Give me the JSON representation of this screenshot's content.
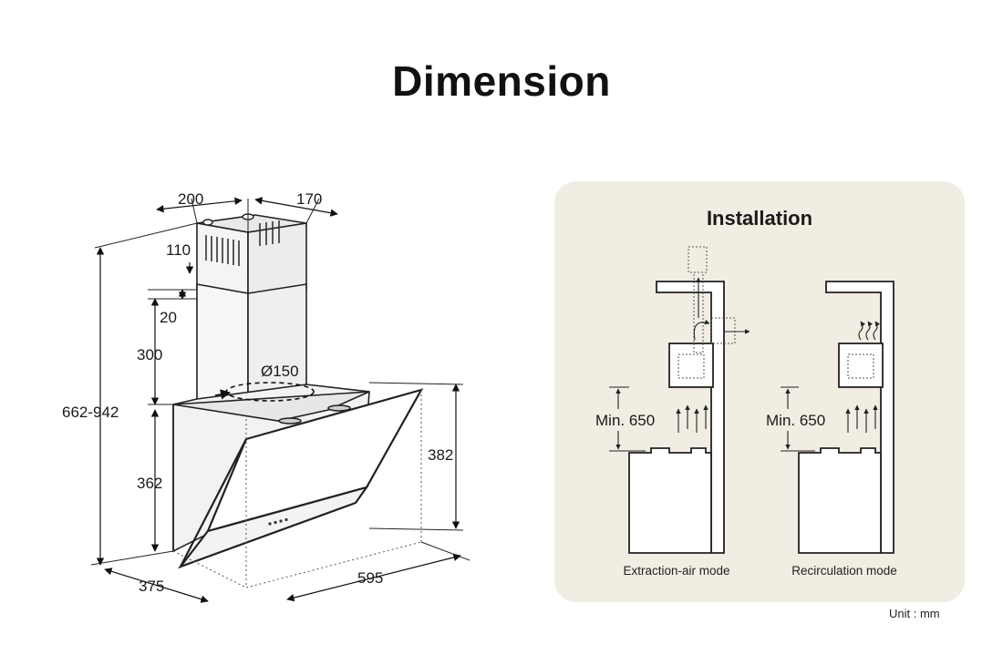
{
  "title": "Dimension",
  "dimensions": {
    "chimney_width": "200",
    "chimney_depth": "170",
    "chimney_top_offset": "110",
    "chimney_overlap": "20",
    "chimney_height": "300",
    "duct_diameter": "Ø150",
    "total_height": "662-942",
    "body_height": "362",
    "front_height": "382",
    "depth": "375",
    "width": "595"
  },
  "installation": {
    "title": "Installation",
    "min_clearance_label": "Min. 650",
    "modes": [
      {
        "label": "Extraction-air mode"
      },
      {
        "label": "Recirculation mode"
      }
    ]
  },
  "unit_note": "Unit : mm"
}
